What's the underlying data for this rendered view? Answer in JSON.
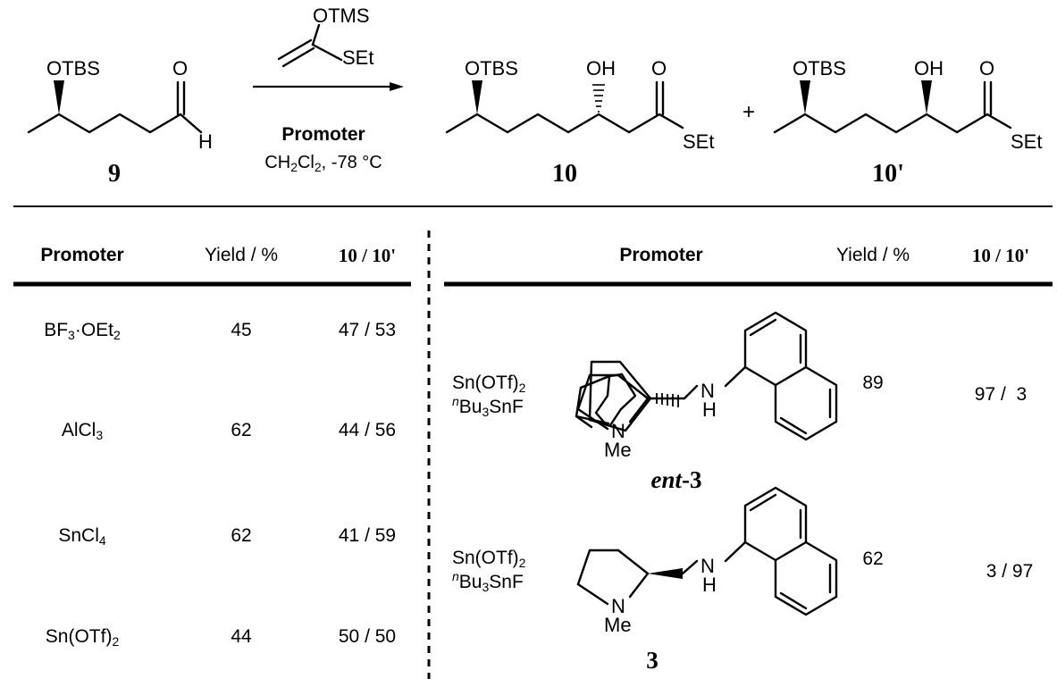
{
  "scheme": {
    "substrate": {
      "label": "9",
      "otbs": "OTBS",
      "o": "O",
      "h": "H"
    },
    "reagent": {
      "otms": "OTMS",
      "set": "SEt"
    },
    "conditions": {
      "promoter": "Promoter",
      "solvent_prefix": "CH",
      "solvent_mid": "Cl",
      "temperature": ", -78 °C"
    },
    "product_1": {
      "label": "10",
      "otbs": "OTBS",
      "oh": "OH",
      "o": "O",
      "set": "SEt"
    },
    "plus": "+",
    "product_2": {
      "label": "10'",
      "otbs": "OTBS",
      "oh": "OH",
      "o": "O",
      "set": "SEt"
    }
  },
  "table_left": {
    "headers": {
      "promoter": "Promoter",
      "yield": "Yield / %",
      "ratio": "10 / 10'"
    },
    "rows": [
      {
        "promoter_main": "BF",
        "promoter_sub": "3",
        "promoter_tail": "·OEt",
        "promoter_sub2": "2",
        "yield": "45",
        "ratio": "47 / 53"
      },
      {
        "promoter_main": "AlCl",
        "promoter_sub": "3",
        "promoter_tail": "",
        "promoter_sub2": "",
        "yield": "62",
        "ratio": "44 / 56"
      },
      {
        "promoter_main": "SnCl",
        "promoter_sub": "4",
        "promoter_tail": "",
        "promoter_sub2": "",
        "yield": "62",
        "ratio": "41 / 59"
      },
      {
        "promoter_main": "Sn(OTf)",
        "promoter_sub": "2",
        "promoter_tail": "",
        "promoter_sub2": "",
        "yield": "44",
        "ratio": "50 / 50"
      }
    ]
  },
  "table_right": {
    "headers": {
      "promoter": "Promoter",
      "yield": "Yield / %",
      "ratio": "10 / 10'"
    },
    "rows": [
      {
        "salt_main": "Sn(OTf)",
        "salt_sub": "2",
        "fluoride_sup": "n",
        "fluoride_a": "Bu",
        "fluoride_sub": "3",
        "fluoride_b": "SnF",
        "ligand_label_a": "ent",
        "ligand_label_b": "-3",
        "n": "N",
        "me": "Me",
        "nh_n": "N",
        "nh_h": "H",
        "yield": "89",
        "ratio": "97 /  3"
      },
      {
        "salt_main": "Sn(OTf)",
        "salt_sub": "2",
        "fluoride_sup": "n",
        "fluoride_a": "Bu",
        "fluoride_sub": "3",
        "fluoride_b": "SnF",
        "ligand_label": "3",
        "n": "N",
        "me": "Me",
        "nh_n": "N",
        "nh_h": "H",
        "yield": "62",
        "ratio": "3 / 97"
      }
    ]
  }
}
